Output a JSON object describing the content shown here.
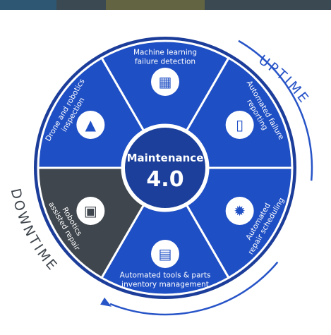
{
  "center": {
    "title": "Maintenance",
    "version": "4.0"
  },
  "arc_labels": {
    "uptime": "UPTIME",
    "downtime": "DOWNTIME"
  },
  "segments": [
    {
      "lines": [
        "Machine learning",
        "failure detection"
      ],
      "icon": "chip-brain-icon",
      "state": "uptime"
    },
    {
      "lines": [
        "Automated failure",
        "reporting"
      ],
      "icon": "phone-alert-icon",
      "state": "uptime"
    },
    {
      "lines": [
        "Automated",
        "repair scheduling"
      ],
      "icon": "gear-check-icon",
      "state": "uptime"
    },
    {
      "lines": [
        "Automated tools & parts",
        "inventory management"
      ],
      "icon": "inventory-gear-icon",
      "state": "uptime"
    },
    {
      "lines": [
        "Robotics",
        "assisted repair"
      ],
      "icon": "chip-icon",
      "state": "downtime"
    },
    {
      "lines": [
        "Drone and robotics",
        "inspection"
      ],
      "icon": "drone-triangle-icon",
      "state": "uptime"
    }
  ],
  "colors": {
    "uptime_segment": "#1f4fc4",
    "downtime_segment": "#3f464d",
    "center": "#1b3f9a",
    "border": "#1c3d9a",
    "arc": "#2754c7",
    "divider": "#ffffff"
  }
}
